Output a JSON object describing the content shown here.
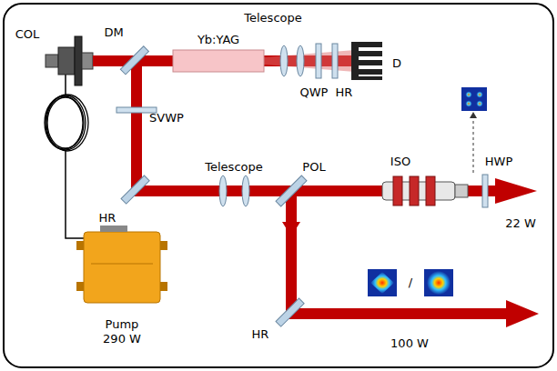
{
  "diagram": {
    "labels": [
      "COL",
      "DM",
      "Telescope",
      "Yb:YAG",
      "QWP",
      "HR",
      "D",
      "SVWP",
      "HR",
      "Telescope",
      "POL",
      "ISO",
      "HWP",
      "22 W",
      "/",
      "HR",
      "100 W",
      "Pump 290 W"
    ]
  }
}
